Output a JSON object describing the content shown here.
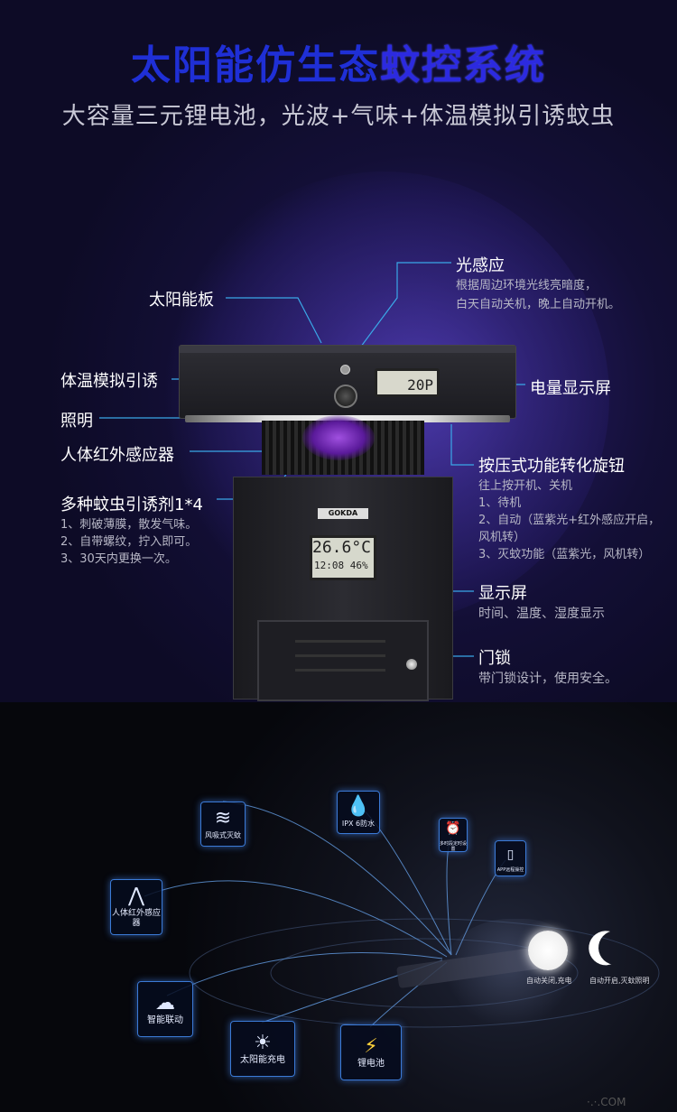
{
  "header": {
    "title_part1": "太阳能仿生态",
    "title_part2": "蚊控系统",
    "subtitle": "大容量三元锂电池，光波+气味+体温模拟引诱蚊虫"
  },
  "device": {
    "top_display": "20P",
    "brand": "GOKDA",
    "body_display_row1": "26.6°C",
    "body_display_row2": "12:08 46%"
  },
  "callouts": {
    "solar_panel": "太阳能板",
    "light_sense_title": "光感应",
    "light_sense_desc1": "根据周边环境光线亮暗度，",
    "light_sense_desc2": "白天自动关机，晚上自动开机。",
    "body_temp": "体温模拟引诱",
    "battery_display": "电量显示屏",
    "lighting": "照明",
    "ir_sensor": "人体红外感应器",
    "knob_title": "按压式功能转化旋钮",
    "knob_desc": [
      "往上按开机、关机",
      "1、待机",
      "2、自动（蓝紫光+红外感应开启，",
      "      风机转）",
      "3、灭蚊功能（蓝紫光，风机转）"
    ],
    "attractant_title": "多种蚊虫引诱剂1*4",
    "attractant_desc": [
      "1、刺破薄膜，散发气味。",
      "2、自带螺纹，拧入即可。",
      "3、30天内更换一次。"
    ],
    "display_title": "显示屏",
    "display_desc": "时间、温度、湿度显示",
    "lock_title": "门锁",
    "lock_desc": "带门锁设计，使用安全。"
  },
  "features": {
    "fan": "风吸式灭蚊",
    "waterproof": "IPX 6防水",
    "timer": "多时段定时设置",
    "app": "APP远程操控",
    "ir": "人体红外感应器",
    "smart": "智能联动",
    "solar": "太阳能充电",
    "battery": "锂电池",
    "auto_off": "自动关闭,充电",
    "auto_on": "自动开启,灭蚊照明"
  },
  "watermark": "·.·.COM"
}
